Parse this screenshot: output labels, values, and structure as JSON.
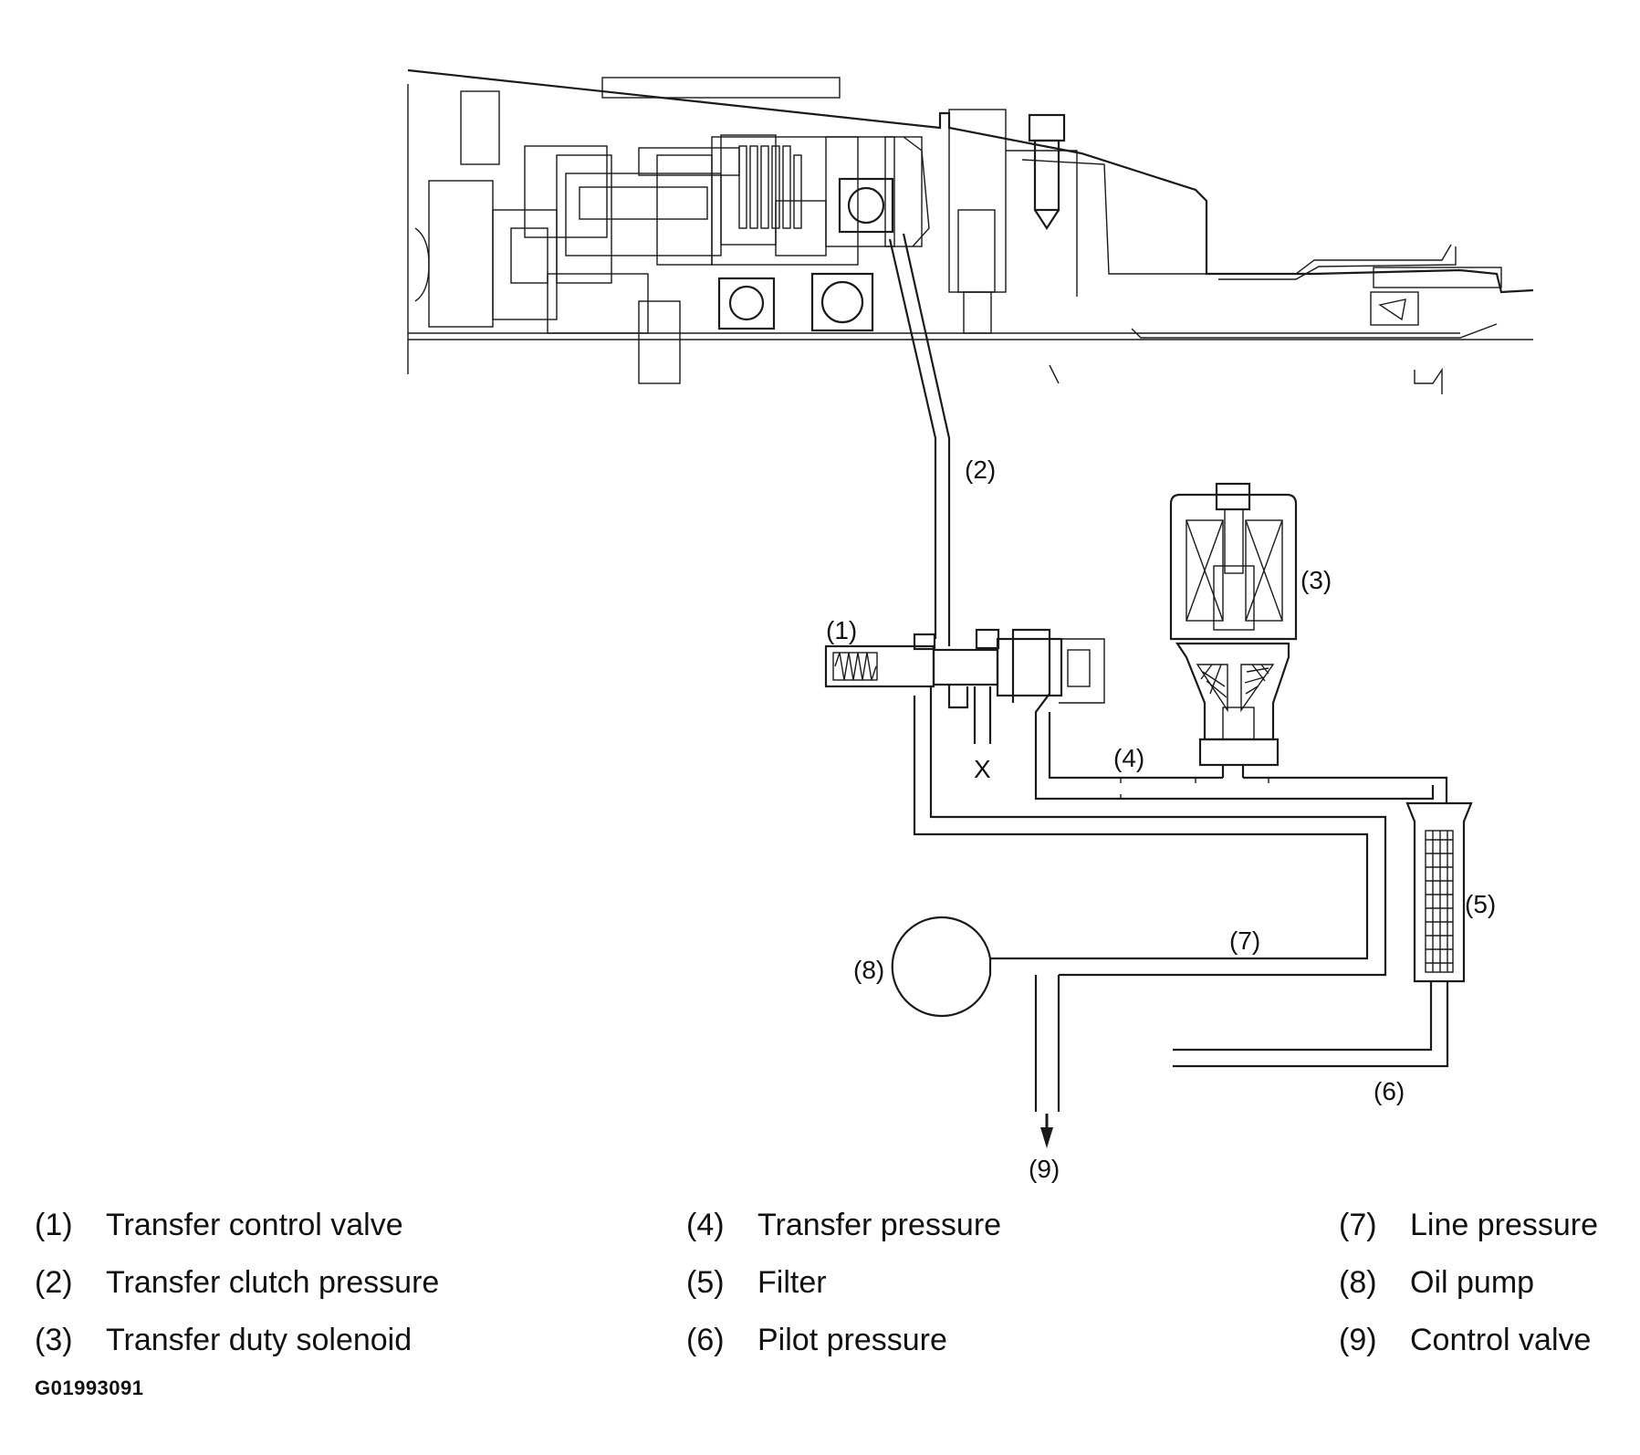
{
  "callouts": [
    {
      "id": "1",
      "label": "(1)"
    },
    {
      "id": "2",
      "label": "(2)"
    },
    {
      "id": "3",
      "label": "(3)"
    },
    {
      "id": "4",
      "label": "(4)"
    },
    {
      "id": "5",
      "label": "(5)"
    },
    {
      "id": "6",
      "label": "(6)"
    },
    {
      "id": "7",
      "label": "(7)"
    },
    {
      "id": "8",
      "label": "(8)"
    },
    {
      "id": "9",
      "label": "(9)"
    }
  ],
  "drain_marker": "X",
  "legend": [
    {
      "num": "(1)",
      "text": "Transfer control valve"
    },
    {
      "num": "(2)",
      "text": "Transfer clutch pressure"
    },
    {
      "num": "(3)",
      "text": "Transfer duty solenoid"
    },
    {
      "num": "(4)",
      "text": "Transfer pressure"
    },
    {
      "num": "(5)",
      "text": "Filter"
    },
    {
      "num": "(6)",
      "text": "Pilot pressure"
    },
    {
      "num": "(7)",
      "text": "Line pressure"
    },
    {
      "num": "(8)",
      "text": "Oil pump"
    },
    {
      "num": "(9)",
      "text": "Control valve"
    }
  ],
  "figure_id": "G01993091"
}
